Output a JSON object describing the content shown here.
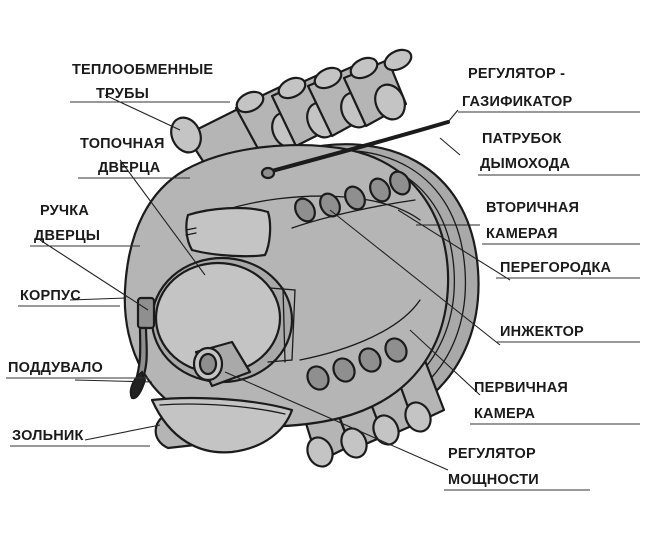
{
  "labels": {
    "heat_exchange_tubes": [
      "ТЕПЛООБМЕННЫЕ",
      "ТРУБЫ"
    ],
    "regulator_gasifier": [
      "РЕГУЛЯТОР -",
      "ГАЗИФИКАТОР"
    ],
    "firebox_door": [
      "ТОПОЧНАЯ",
      "ДВЕРЦА"
    ],
    "flue_pipe": [
      "ПАТРУБОК",
      "ДЫМОХОДА"
    ],
    "door_handle": [
      "РУЧКА",
      "ДВЕРЦЫ"
    ],
    "secondary_chamber": [
      "ВТОРИЧНАЯ",
      "КАМЕРАЯ"
    ],
    "partition": [
      "ПЕРЕГОРОДКА"
    ],
    "body": [
      "КОРПУС"
    ],
    "injector": [
      "ИНЖЕКТОР"
    ],
    "blower": [
      "ПОДДУВАЛО"
    ],
    "primary_chamber": [
      "ПЕРВИЧНАЯ",
      "КАМЕРА"
    ],
    "ash_pan": [
      "ЗОЛЬНИК"
    ],
    "power_regulator": [
      "РЕГУЛЯТОР",
      "МОЩНОСТИ"
    ]
  }
}
